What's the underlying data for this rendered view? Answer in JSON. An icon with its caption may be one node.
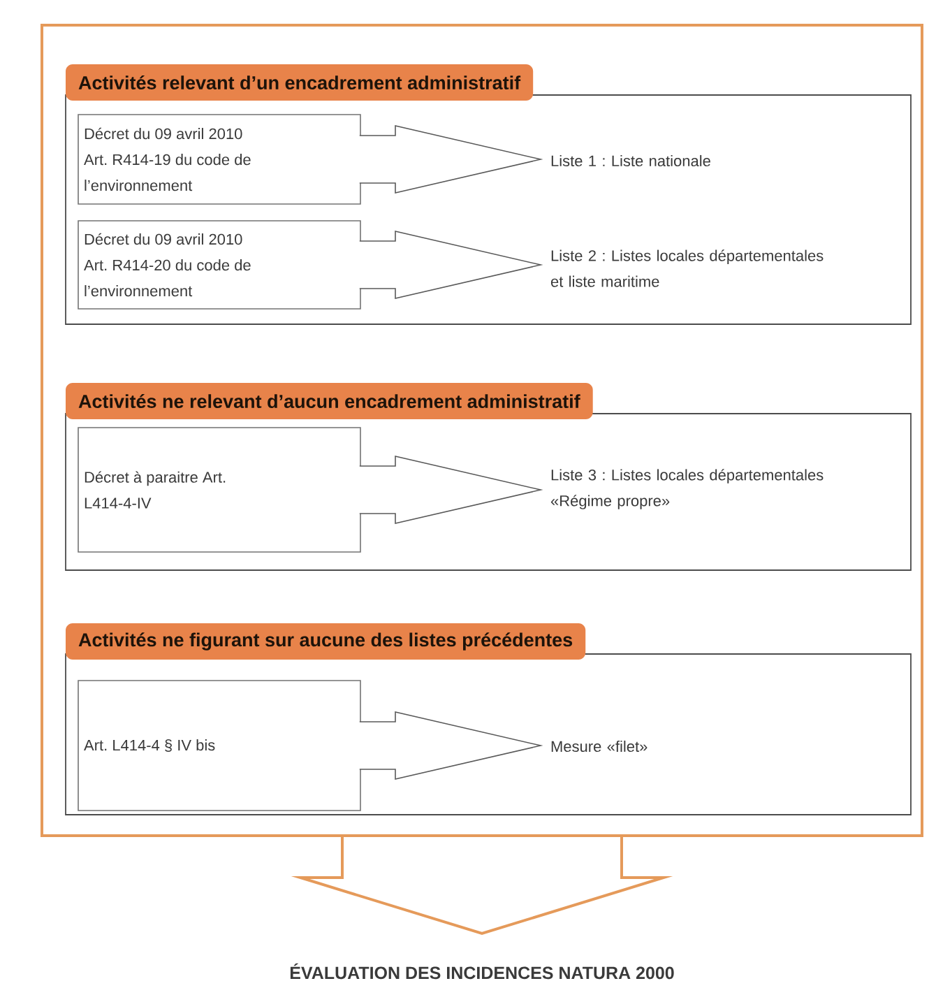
{
  "diagram": {
    "nodes": [
      {
        "text": [],
        "shape": "box"
      },
      {
        "text": [
          "Activités relevant d’un encadrement administratif"
        ],
        "in": 0
      },
      {
        "text": [
          "Décret du 09 avril 2010 Art. R414-19 du code de l’environnement"
        ],
        "in": 1
      },
      {
        "text": [
          "Liste 1 : Liste nationale"
        ],
        "in": 1
      },
      {
        "text": [
          "Décret du 09 avril 2010 Art. R414-20 du code de l’environnement"
        ],
        "in": 1
      },
      {
        "text": [
          "Liste 2 : Listes locales départementales et liste maritime"
        ],
        "in": 1
      },
      {
        "text": [
          "Activités ne relevant d’aucun encadrement administratif"
        ],
        "in": 0
      },
      {
        "text": [
          "Décret à paraitre Art. L414-4-IV"
        ],
        "in": 6
      },
      {
        "text": [
          "Liste 3 : Listes locales départementales «Régime propre»"
        ],
        "in": 6
      },
      {
        "text": [
          "Activités ne figurant sur aucune des listes précédentes"
        ],
        "in": 0
      },
      {
        "text": [
          "Art. L414-4 § IV bis"
        ],
        "in": 9
      },
      {
        "text": [
          "Mesure «filet»"
        ],
        "in": 9
      },
      {
        "text": [
          "ÉVALUATION DES INCIDENCES NATURA 2000"
        ]
      }
    ],
    "edges": [
      {
        "from": 2,
        "to": 3,
        "arrow": "to"
      },
      {
        "from": 4,
        "to": 5,
        "arrow": "to"
      },
      {
        "from": 7,
        "to": 8,
        "arrow": "to"
      },
      {
        "from": 10,
        "to": 11,
        "arrow": "to"
      },
      {
        "from": 0,
        "to": 12,
        "arrow": "to",
        "style": "thick",
        "color": "#e59a5a"
      }
    ]
  }
}
